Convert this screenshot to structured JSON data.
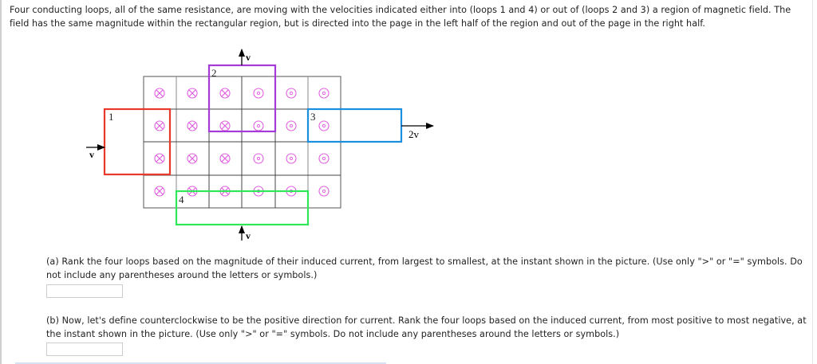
{
  "problem": {
    "intro": "Four conducting loops, all of the same resistance, are moving with the velocities indicated either into (loops 1 and 4) or out of (loops 2 and 3) a region of magnetic field. The field has the same magnitude within the rectangular region, but is directed into the page in the left half of the region and out of the page in the right half."
  },
  "figure": {
    "grid": {
      "rows": 4,
      "cols": 6,
      "field_symbols": [
        [
          "into",
          "into",
          "into",
          "out",
          "out",
          "out"
        ],
        [
          "into",
          "into",
          "into",
          "out",
          "out",
          "out"
        ],
        [
          "into",
          "into",
          "into",
          "out",
          "out",
          "out"
        ],
        [
          "into",
          "into",
          "into",
          "out",
          "out",
          "out"
        ]
      ],
      "symbol_color": "#e060e0"
    },
    "loops": [
      {
        "id": "1",
        "label": "1",
        "color": "#e8392b",
        "velocity_label": "v",
        "velocity_direction": "right"
      },
      {
        "id": "2",
        "label": "2",
        "color": "#a53ad8",
        "velocity_label": "v",
        "velocity_direction": "up"
      },
      {
        "id": "3",
        "label": "3",
        "color": "#1a8fe0",
        "velocity_label": "2v",
        "velocity_direction": "right"
      },
      {
        "id": "4",
        "label": "4",
        "color": "#2ee85a",
        "velocity_label": "v",
        "velocity_direction": "up"
      }
    ]
  },
  "questions": {
    "a": {
      "text": "(a) Rank the four loops based on the magnitude of their induced current, from largest to smallest, at the instant shown in the picture. (Use only \">\" or \"=\" symbols. Do not include any parentheses around the letters or symbols.)",
      "answer_value": ""
    },
    "b": {
      "text": "(b) Now, let's define counterclockwise to be the positive direction for current. Rank the four loops based on the induced current, from most positive to most negative, at the instant shown in the picture. (Use only \">\" or \"=\" symbols. Do not include any parentheses around the letters or symbols.)",
      "answer_value": ""
    }
  }
}
